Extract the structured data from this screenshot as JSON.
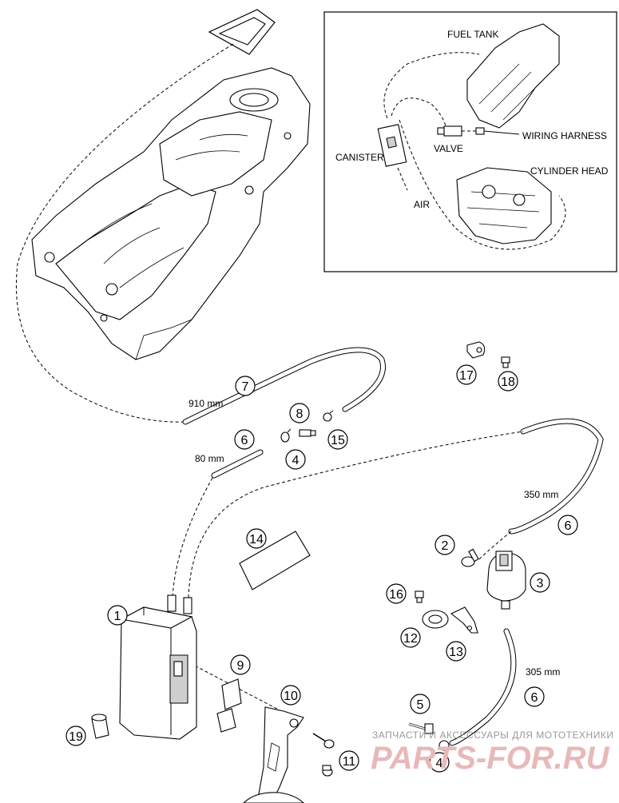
{
  "inset": {
    "fuel_tank": "FUEL TANK",
    "canister": "CANISTER",
    "valve": "VALVE",
    "wiring_harness": "WIRING HARNESS",
    "cylinder_head": "CYLINDER HEAD",
    "air": "AIR"
  },
  "callouts": {
    "c1": "1",
    "c2": "2",
    "c3": "3",
    "c4a": "4",
    "c4b": "4",
    "c5": "5",
    "c6a": "6",
    "c6b": "6",
    "c6c": "6",
    "c7": "7",
    "c8": "8",
    "c9": "9",
    "c10": "10",
    "c11": "11",
    "c12": "12",
    "c13": "13",
    "c14": "14",
    "c15": "15",
    "c16": "16",
    "c17": "17",
    "c18": "18",
    "c19": "19"
  },
  "lengths": {
    "hose7": "910 mm",
    "hose6a": "80 mm",
    "hose6b": "350 mm",
    "hose6c": "305 mm"
  },
  "watermark": {
    "tagline": "ЗАПЧАСТИ И АКСЕССУАРЫ ДЛЯ МОТОТЕХНИКИ",
    "brand": "PARTS-FOR.RU"
  }
}
